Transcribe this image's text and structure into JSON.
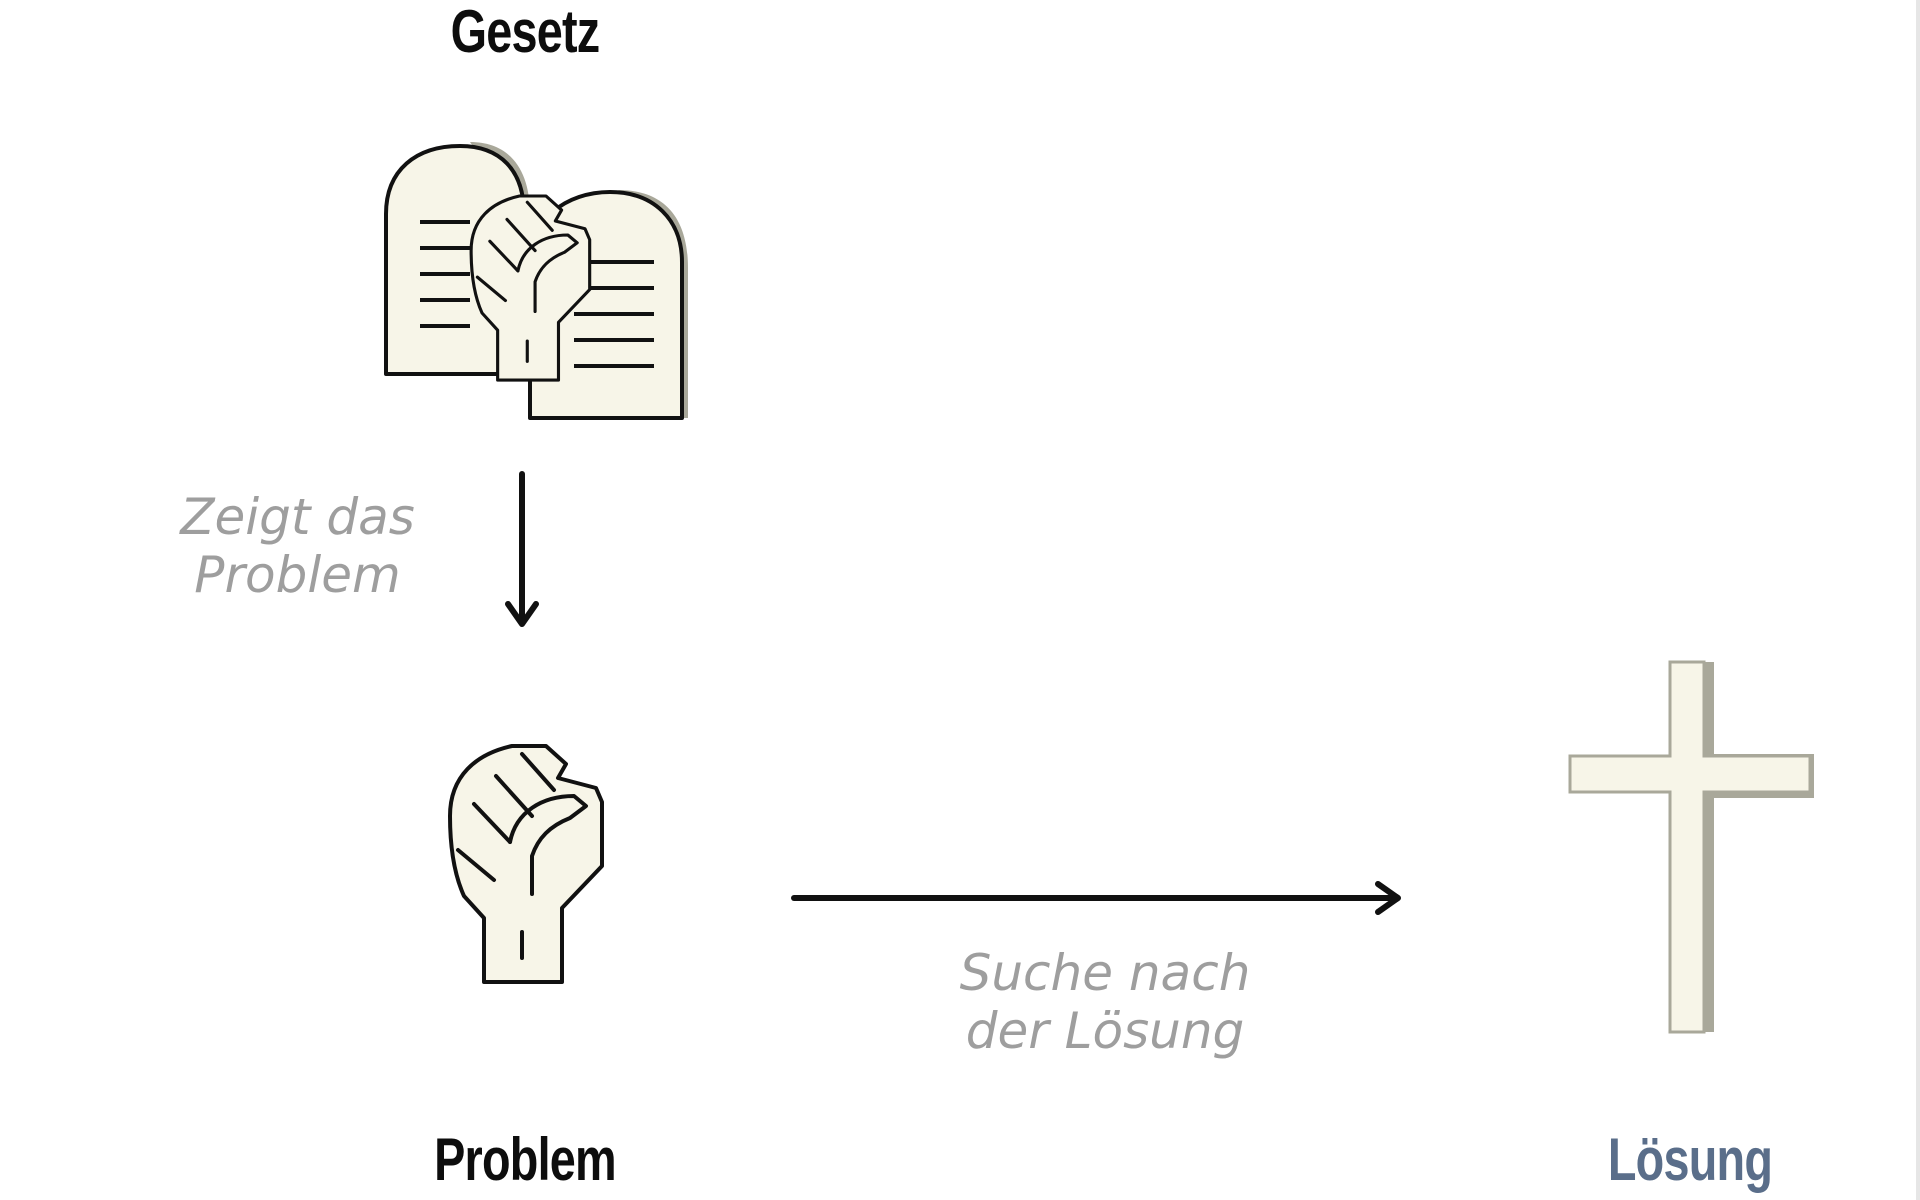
{
  "nodes": {
    "law": {
      "label": "Gesetz",
      "icon": "tablets-fist-icon"
    },
    "problem": {
      "label": "Problem",
      "icon": "fist-icon"
    },
    "solution": {
      "label": "Lösung",
      "icon": "cross-icon"
    }
  },
  "edges": {
    "law_to_problem": {
      "line1": "Zeigt das",
      "line2": "Problem"
    },
    "problem_to_solution": {
      "line1": "Suche nach",
      "line2": "der Lösung"
    }
  },
  "colors": {
    "label_dark": "#0d0d0d",
    "label_accent": "#5a6e8a",
    "edge_text": "#9e9e9e",
    "icon_fill": "#f7f5e8",
    "icon_shadow": "#a9a89a",
    "stroke": "#111111"
  }
}
